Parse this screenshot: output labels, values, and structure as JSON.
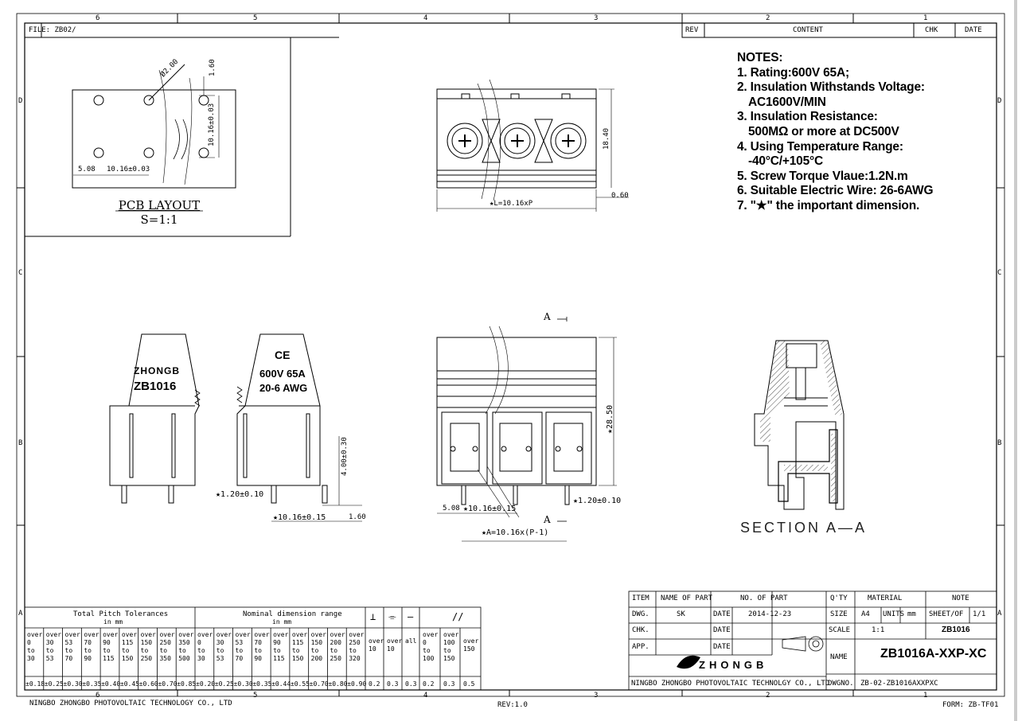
{
  "frame": {
    "file": "FILE: ZB02/",
    "top_zones": [
      "6",
      "5",
      "4",
      "3",
      "2",
      "1"
    ],
    "side_zones": [
      "D",
      "C",
      "B",
      "A"
    ],
    "footer_company": "NINGBO ZHONGBO PHOTOVOLTAIC TECHNOLOGY CO., LTD",
    "rev": "REV:1.0",
    "form": "FORM: ZB-TF01"
  },
  "rev_block": {
    "rev": "REV",
    "content": "CONTENT",
    "chk": "CHK",
    "date": "DATE"
  },
  "notes": {
    "title": "NOTES:",
    "lines": [
      "1. Rating:600V 65A;",
      "2. Insulation Withstands Voltage:",
      "AC1600V/MIN",
      "3. Insulation Resistance:",
      "500MΩ or more at DC500V",
      "4. Using Temperature Range:",
      "-40°C/+105°C",
      "5. Screw Torque Vlaue:1.2N.m",
      "6. Suitable Electric Wire: 26-6AWG",
      "7. \"★\" the important dimension."
    ]
  },
  "pcb": {
    "title": "PCB LAYOUT",
    "scale": "S=1:1",
    "dim_hole": "Ø2.00",
    "dim_pitch": "10.16±0.03",
    "dim_edge": "5.08",
    "dim_top": "1.60",
    "dim_vert": "10.16±0.03"
  },
  "front": {
    "height": "18.40",
    "length": "★L=10.16xP",
    "offset": "0.60"
  },
  "side_views": {
    "brand": "ZHONGB",
    "model": "ZB1016",
    "ce": "CE",
    "rating": "600V 65A",
    "wire": "20-6 AWG",
    "pin_w": "★1.20±0.10",
    "pin_len": "4.00±0.30",
    "pin_pitch": "★10.16±0.15",
    "pin_off": "1.60"
  },
  "bottom_view": {
    "height": "★28.50",
    "edge": "5.08",
    "pitch": "★10.16±0.15",
    "pin": "★1.20±0.10",
    "a_dim": "★A=10.16x(P-1)",
    "sec_top": "A",
    "sec_bot": "A"
  },
  "section_label": "SECTION A—A",
  "tol": {
    "left_title": "Total Pitch Tolerances",
    "left_unit": "in mm",
    "right_title": "Nominal dimension range",
    "right_unit": "in mm",
    "left_cols": [
      [
        "over",
        "0",
        "to",
        "30"
      ],
      [
        "over",
        "30",
        "to",
        "53"
      ],
      [
        "over",
        "53",
        "to",
        "70"
      ],
      [
        "over",
        "70",
        "to",
        "90"
      ],
      [
        "over",
        "90",
        "to",
        "115"
      ],
      [
        "over",
        "115",
        "to",
        "150"
      ],
      [
        "over",
        "150",
        "to",
        "250"
      ],
      [
        "over",
        "250",
        "to",
        "350"
      ],
      [
        "over",
        "350",
        "to",
        "500"
      ]
    ],
    "left_vals": [
      "±0.18",
      "±0.25",
      "±0.30",
      "±0.35",
      "±0.40",
      "±0.45",
      "±0.60",
      "±0.70",
      "±0.85"
    ],
    "right_cols": [
      [
        "over",
        "0",
        "to",
        "30"
      ],
      [
        "over",
        "30",
        "to",
        "53"
      ],
      [
        "over",
        "53",
        "to",
        "70"
      ],
      [
        "over",
        "70",
        "to",
        "90"
      ],
      [
        "over",
        "90",
        "to",
        "115"
      ],
      [
        "over",
        "115",
        "to",
        "150"
      ],
      [
        "over",
        "150",
        "to",
        "200"
      ],
      [
        "over",
        "200",
        "to",
        "250"
      ],
      [
        "over",
        "250",
        "to",
        "320"
      ]
    ],
    "right_vals": [
      "±0.20",
      "±0.25",
      "±0.30",
      "±0.35",
      "±0.44",
      "±0.55",
      "±0.70",
      "±0.80",
      "±0.90"
    ],
    "extra_cols": [
      [
        "over",
        "10"
      ],
      [
        "over",
        "10"
      ],
      [
        "all"
      ],
      [
        "over",
        "0",
        "to",
        "100"
      ],
      [
        "over",
        "100",
        "to",
        "150"
      ],
      [
        "over",
        "150"
      ]
    ],
    "extra_vals": [
      "0.2",
      "0.3",
      "0.3",
      "0.2",
      "0.3",
      "0.5"
    ],
    "sym_perp": "⊥",
    "sym_sym": "⌯",
    "sym_flat": "—",
    "sym_par": "//"
  },
  "title_block": {
    "item": "ITEM",
    "name_of_part": "NAME OF PART",
    "no_of_part": "NO. OF PART",
    "qty": "Q'TY",
    "material": "MATERIAL",
    "note": "NOTE",
    "dwg": "DWG.",
    "dwg_by": "SK",
    "date_lbl": "DATE",
    "dwg_date": "2014-12-23",
    "size": "SIZE",
    "size_val": "A4",
    "units": "UNITS",
    "units_val": "mm",
    "sheet": "SHEET/OF",
    "sheet_val": "1/1",
    "chk": "CHK.",
    "scale": "SCALE",
    "scale_val": "1:1",
    "series": "ZB1016",
    "app": "APP.",
    "name": "NAME",
    "part_name": "ZB1016A-XXP-XC",
    "logo": "ZHONGB",
    "company": "NINGBO ZHONGBO PHOTOVOLTAIC TECHNOLGY CO., LTD",
    "dwgno": "DWGNO.",
    "dwgno_val": "ZB-02-ZB1016AXXPXC"
  }
}
